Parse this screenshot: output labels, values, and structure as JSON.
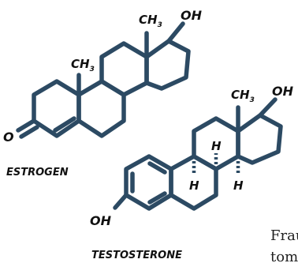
{
  "top_molecule": {
    "caption": "ESTROGEN",
    "labels": {
      "ch3_top": "CH",
      "ch3_top_sub": "3",
      "ch3_left": "CH",
      "ch3_left_sub": "3",
      "oh": "OH",
      "o": "O"
    }
  },
  "bottom_molecule": {
    "caption": "TESTOSTERONE",
    "labels": {
      "ch3": "CH",
      "ch3_sub": "3",
      "oh_top": "OH",
      "oh_bottom": "OH",
      "h_upper": "H",
      "h_left": "H",
      "h_right": "H"
    }
  },
  "side_text": {
    "line1": "Frau",
    "line2": "tom"
  },
  "colors": {
    "bond": "#2c4a63",
    "text": "#111111"
  }
}
